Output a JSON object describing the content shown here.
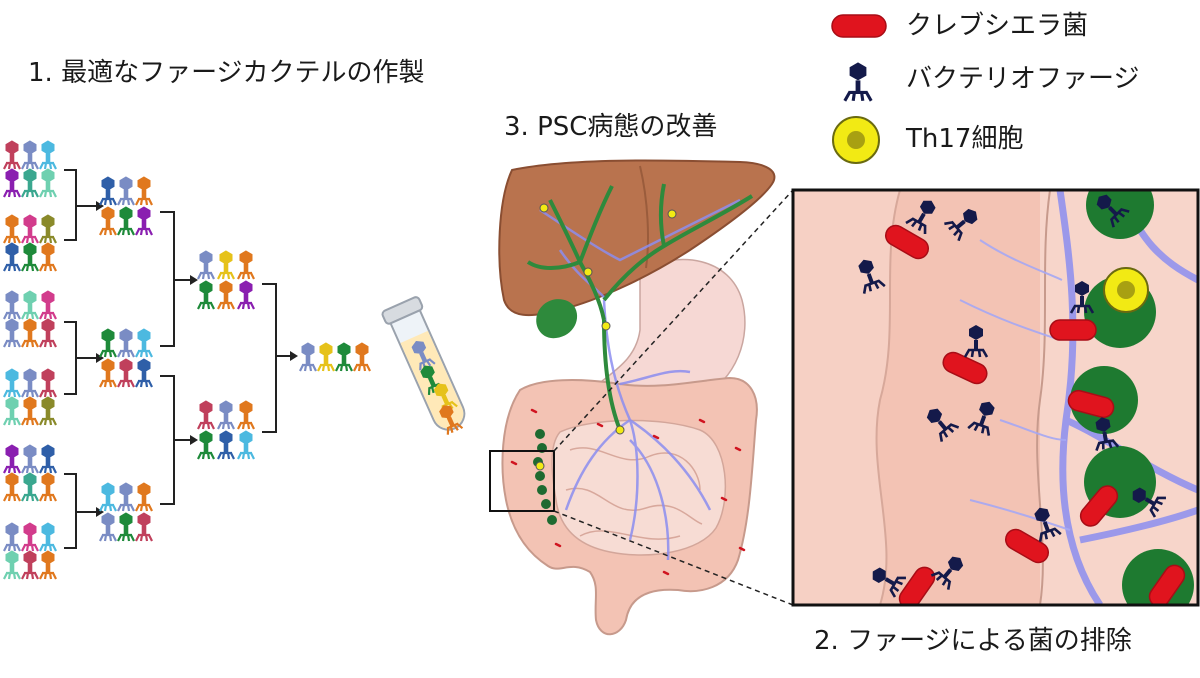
{
  "step1_title": "1. 最適なファージカクテルの作製",
  "step2_title": "2. ファージによる菌の排除",
  "step3_title": "3. PSC病態の改善",
  "legend": {
    "klebsiella": "クレブシエラ菌",
    "phage": "バクテリオファージ",
    "th17": "Th17細胞"
  },
  "colors": {
    "klebsiella": "#e0141e",
    "phage": "#141a4a",
    "th17": "#f2ea14",
    "follicle": "#1e7a30",
    "intestine": "#f3c3b4",
    "liver": "#b9734e",
    "vessel": "#8c8ef0",
    "bile": "#2e8a3c"
  }
}
